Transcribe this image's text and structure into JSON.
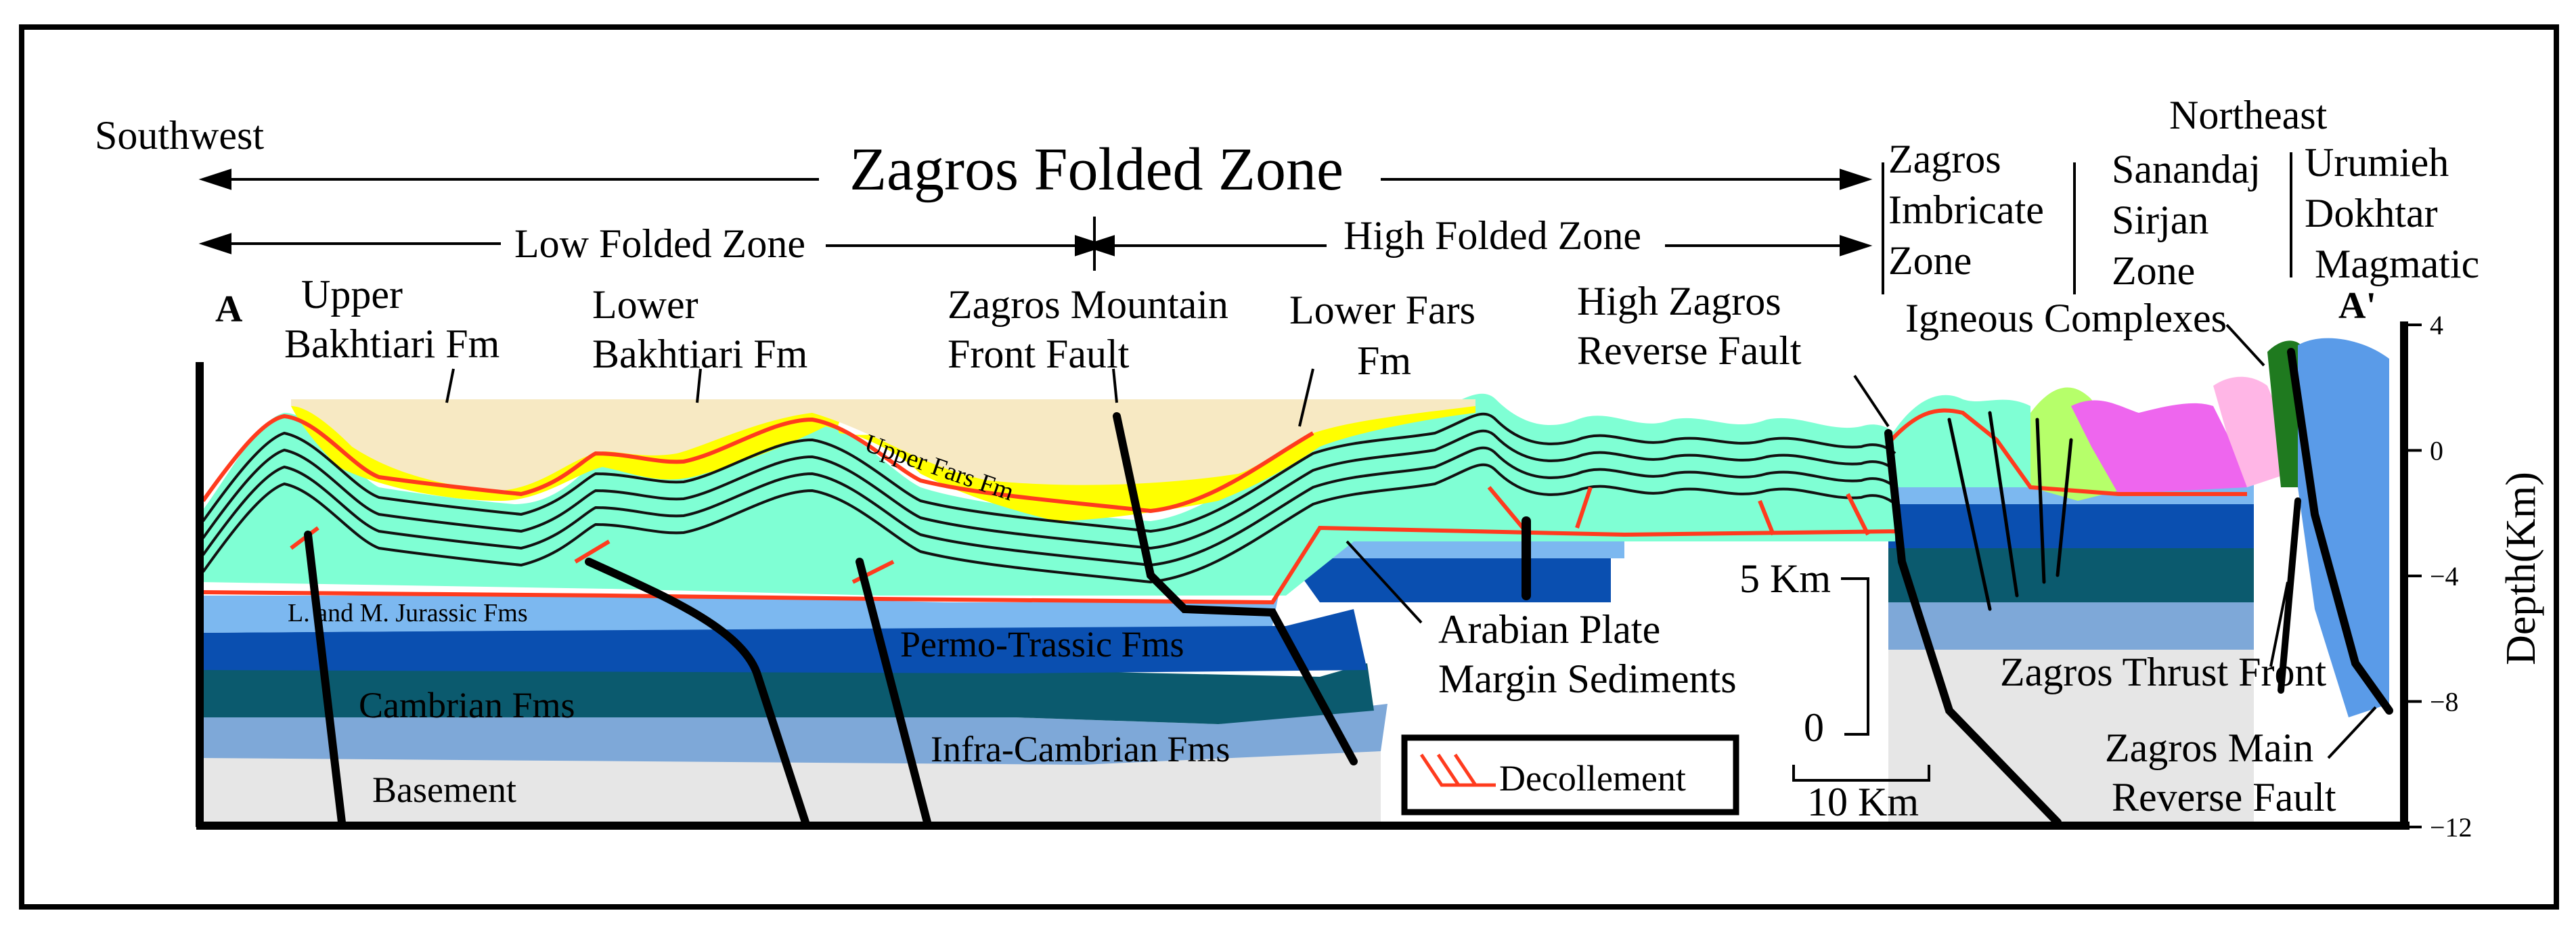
{
  "direction": {
    "southwest": "Southwest",
    "northeast": "Northeast"
  },
  "endpoints": {
    "left": "A",
    "right": "A'"
  },
  "zones": {
    "folded": "Zagros Folded Zone",
    "low_folded": "Low Folded Zone",
    "high_folded": "High Folded Zone",
    "imbricate": [
      "Zagros",
      "Imbricate",
      "Zone"
    ],
    "sanandaj": [
      "Sanandaj",
      "Sirjan",
      "Zone"
    ],
    "urumieh": [
      "Urumieh",
      "Dokhtar",
      "Magmatic"
    ],
    "igneous": "Igneous Complexes"
  },
  "labels": {
    "upper_bakhtiari": [
      "Upper",
      "Bakhtiari Fm"
    ],
    "lower_bakhtiari": [
      "Lower",
      "Bakhtiari Fm"
    ],
    "mountain_front": [
      "Zagros Mountain",
      "Front Fault"
    ],
    "lower_fars": [
      "Lower Fars",
      "Fm"
    ],
    "high_zagros": [
      "High Zagros",
      "Reverse Fault"
    ],
    "upper_fars": "Upper Fars Fm",
    "jurassic": "L. and M. Jurassic Fms",
    "permo": "Permo-Trassic Fms",
    "cambrian": "Cambrian Fms",
    "infra": "Infra-Cambrian Fms",
    "basement": "Basement",
    "arabian": [
      "Arabian Plate",
      "Margin Sediments"
    ],
    "thrust_front": "Zagros Thrust Front",
    "main_reverse": [
      "Zagros Main",
      "Reverse Fault"
    ]
  },
  "legend": {
    "decollement": "Decollement"
  },
  "scale": {
    "vertical_top": "5 Km",
    "vertical_bottom": "0",
    "horizontal": "10 Km"
  },
  "depth_axis": {
    "title": "Depth(Km)",
    "ticks": [
      {
        "value": 4,
        "label": "4"
      },
      {
        "value": 0,
        "label": "0"
      },
      {
        "value": -4,
        "label": "−4"
      },
      {
        "value": -8,
        "label": "−8"
      },
      {
        "value": -12,
        "label": "−12"
      }
    ]
  },
  "colors": {
    "upper_bakhtiari": "#f7e9c3",
    "bakhtiari_yellow": "#ffff00",
    "fars": "#7fffd4",
    "jurassic": "#7cb8f0",
    "permo": "#0a4fb0",
    "cambrian": "#0b5a6e",
    "infra": "#7ea8d8",
    "basement": "#e6e6e6",
    "decollement": "#ff3b1e",
    "lime": "#b6ff6a",
    "magenta": "#ee66ee",
    "pink": "#ffb6e6",
    "dark_green": "#1f7a1f",
    "urumieh_blue": "#5a9be8"
  }
}
